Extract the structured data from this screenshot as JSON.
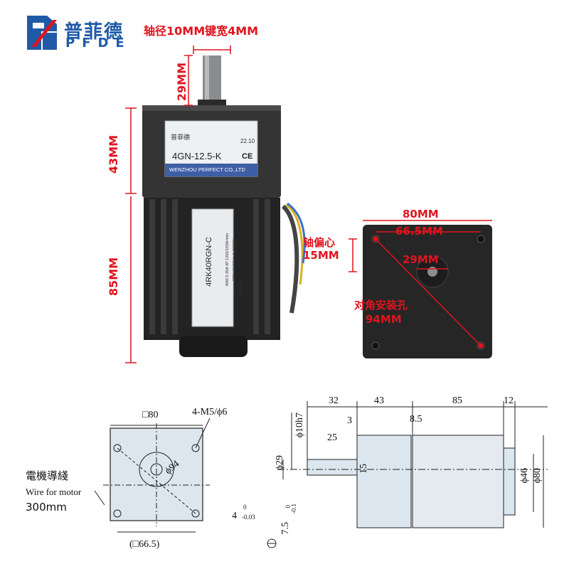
{
  "brand": {
    "name_cn": "普菲德",
    "name_en": "PFDE"
  },
  "motor_photo": {
    "shaft_note": "轴径10MM键宽4MM",
    "shaft_length": "29MM",
    "gearbox_height": "43MM",
    "motor_height": "85MM",
    "gearbox_label": {
      "brand": "普菲德",
      "date": "22.10",
      "model": "4GN-12.5-K",
      "cert": "CE",
      "company": "WENZHOU PERFECT CO.,LTD"
    },
    "motor_label": {
      "model": "4RK40RGN-C",
      "spec1": "40W 0.35A 4P 1250/1550r/min",
      "spec2": "220V 50/60Hz 3μF/500V",
      "code": "A01P111"
    }
  },
  "front_view": {
    "width_outer": "80MM",
    "width_holes": "66.5MM",
    "shaft_offset_label": "轴偏心",
    "shaft_offset_value": "15MM",
    "flange_dia": "29MM",
    "diag_label": "对角安装孔",
    "diag_value": "94MM"
  },
  "drawing_front": {
    "square": "□80",
    "holes": "4-M5/ϕ6",
    "diag": "ϕ94",
    "hole_span": "(□66.5)",
    "wire_cn": "電機導綫",
    "wire_en": "Wire for motor",
    "wire_len": "300mm"
  },
  "drawing_side": {
    "dims_top": [
      "32",
      "43",
      "85",
      "12"
    ],
    "dim_3": "3",
    "dim_8_5": "8.5",
    "dim_25": "25",
    "shaft_dia": "ϕ10h7",
    "flange_dia": "ϕ29",
    "dim_15": "15",
    "body_dia": "ϕ46",
    "outer_dia": "ϕ80",
    "key_w": "4",
    "key_w_tol_upper": "0",
    "key_w_tol_lower": "-0.03",
    "key_h": "7.5",
    "key_h_tol_upper": "0",
    "key_h_tol_lower": "-0.1"
  },
  "colors": {
    "brand_blue": "#1f5aa6",
    "brand_red": "#e0141e",
    "dim_red": "#e0141e",
    "motor_body": "#2a2a2a",
    "drawing_fill": "#dbe6ef"
  }
}
